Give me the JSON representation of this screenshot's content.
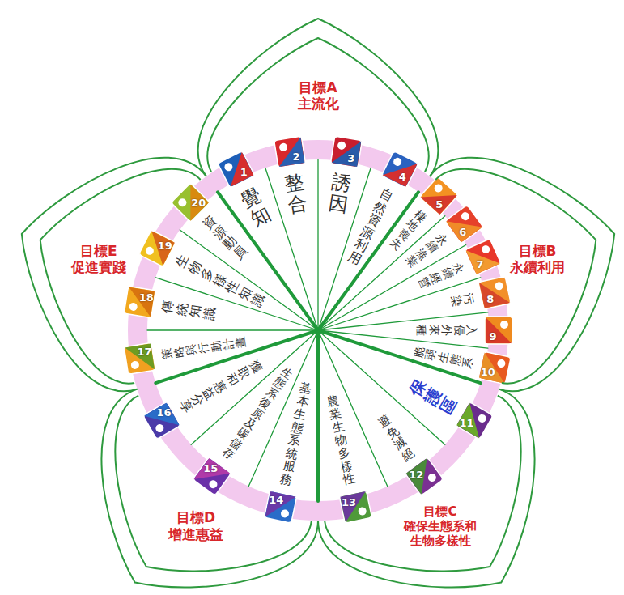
{
  "diagram": {
    "nodes": [
      {
        "text": [
          "目標A 主流化"
        ]
      },
      {
        "text": [
          "目標B 永續利用"
        ]
      },
      {
        "text": [
          "目標C 確保生態系和 生物多樣性"
        ]
      },
      {
        "text": [
          "目標D 增進惠益"
        ]
      },
      {
        "text": [
          "目標E 促進實踐"
        ]
      }
    ],
    "labels": [
      "1",
      "2",
      "3",
      "4",
      "5",
      "6",
      "7",
      "8",
      "9",
      "10",
      "11",
      "12",
      "13",
      "14",
      "15",
      "16",
      "17",
      "18",
      "19",
      "20",
      "覺知",
      "整合",
      "誘因",
      "自然資源利用",
      "棲地喪失",
      "永續漁業",
      "永續經營",
      "污染",
      "入侵外來種",
      "脆弱生態系",
      "保護區",
      "避免滅絕",
      "農業生物多樣性",
      "基本生態系統服務",
      "生態系復原及碳儲存",
      "獲取和惠益分享",
      "策略與行動計畫",
      "傳統知識",
      "生物多樣性知識",
      "資源動員"
    ]
  }
}
